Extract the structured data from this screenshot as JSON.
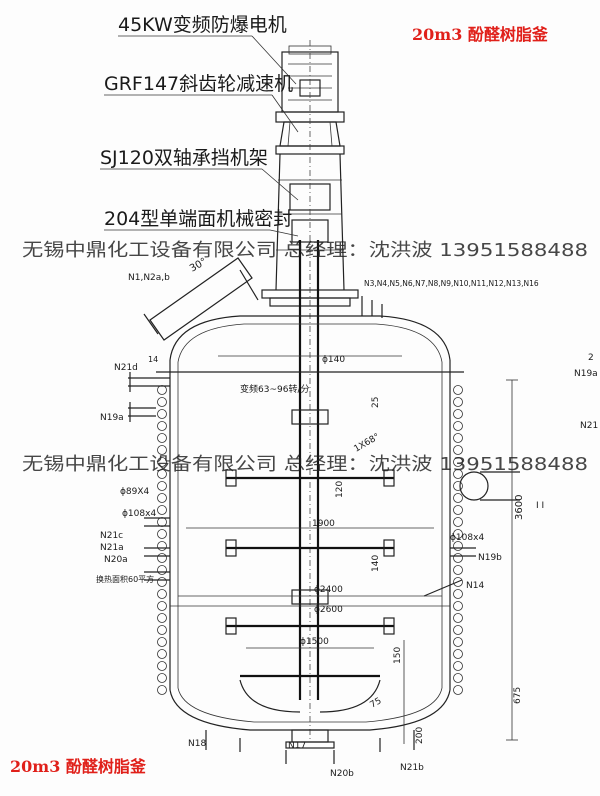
{
  "title_top": "20m3 酚醛树脂釜",
  "title_bottom": "20m3 酚醛树脂釜",
  "watermark": "无锡中鼎化工设备有限公司 总经理：沈洪波 13951588488",
  "callouts": {
    "motor": "45KW变频防爆电机",
    "reducer": "GRF147斜齿轮减速机",
    "frame": "SJ120双轴承挡机架",
    "seal": "204型单端面机械密封"
  },
  "labels": {
    "n1": "N1,N2a,b",
    "angle": "30°",
    "nozzles_top": "N3,N4,N5,N6,N7,N8,N9,N10,N11,N12,N13,N16",
    "n21d": "N21d",
    "d14": "14",
    "n19a": "N19a",
    "phi140": "ϕ140",
    "speed": "变频63~96转/分",
    "d25": "25",
    "slope": "1X68°",
    "phi89": "ϕ89X4",
    "d120": "120",
    "phi108l": "ϕ108x4",
    "d1900": "1900",
    "n21c": "N21c",
    "n21a": "N21a",
    "n20a": "N20a",
    "coil": "换热面积60平方",
    "d140": "140",
    "phi2400": "ϕ2400",
    "phi2600": "ϕ2600",
    "phi108r": "ϕ108x4",
    "n19b": "N19b",
    "n14": "N14",
    "d3600": "3600",
    "section": "I I",
    "phi1500": "ϕ1500",
    "d150": "150",
    "d200": "200",
    "d675": "675",
    "d75": "75",
    "n18": "N18",
    "n17": "N17",
    "n20b": "N20b",
    "n21b": "N21b",
    "r_edge1": "2",
    "r_edge2": "N19a",
    "r_edge3": "N21"
  }
}
